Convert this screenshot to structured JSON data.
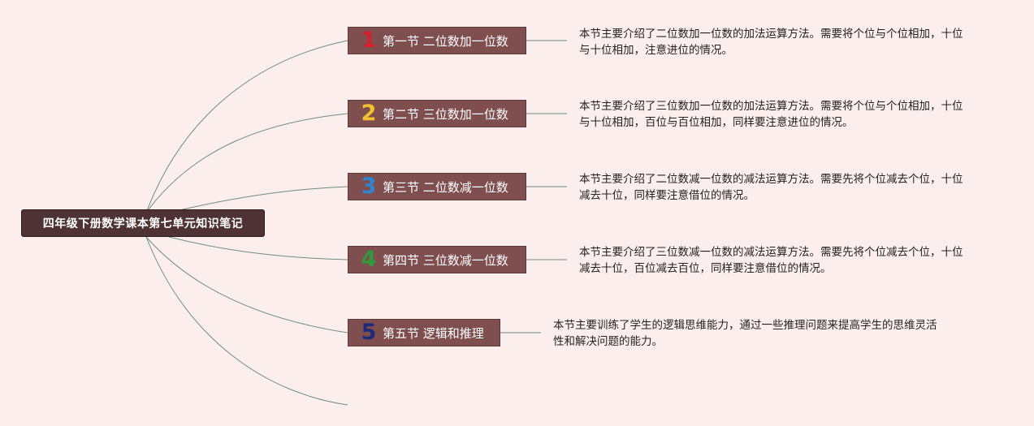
{
  "root": {
    "label": "四年级下册数学课本第七单元知识笔记"
  },
  "colors": {
    "background": "#fdeeee",
    "root_fill": "#4e3234",
    "topic_fill": "#7f4f50",
    "connector": "#6b8f80"
  },
  "topics": [
    {
      "number": "1",
      "number_color": "#d8202a",
      "label": "第一节 二位数加一位数",
      "description": "本节主要介绍了二位数加一位数的加法运算方法。需要将个位与个位相加，十位\n与十位相加，注意进位的情况。"
    },
    {
      "number": "2",
      "number_color": "#f2c12e",
      "label": "第二节 三位数加一位数",
      "description": "本节主要介绍了三位数加一位数的加法运算方法。需要将个位与个位相加，十位\n与十位相加，百位与百位相加，同样要注意进位的情况。"
    },
    {
      "number": "3",
      "number_color": "#2e86d1",
      "label": "第三节 二位数减一位数",
      "description": "本节主要介绍了二位数减一位数的减法运算方法。需要先将个位减去个位，十位\n减去十位，同样要注意借位的情况。"
    },
    {
      "number": "4",
      "number_color": "#2f9a3a",
      "label": "第四节 三位数减一位数",
      "description": "本节主要介绍了三位数减一位数的减法运算方法。需要先将个位减去个位，十位\n减去十位，百位减去百位，同样要注意借位的情况。"
    },
    {
      "number": "5",
      "number_color": "#1f2a7a",
      "label": "第五节 逻辑和推理",
      "description": "本节主要训练了学生的逻辑思维能力，通过一些推理问题来提高学生的思维灵活\n性和解决问题的能力。"
    }
  ]
}
